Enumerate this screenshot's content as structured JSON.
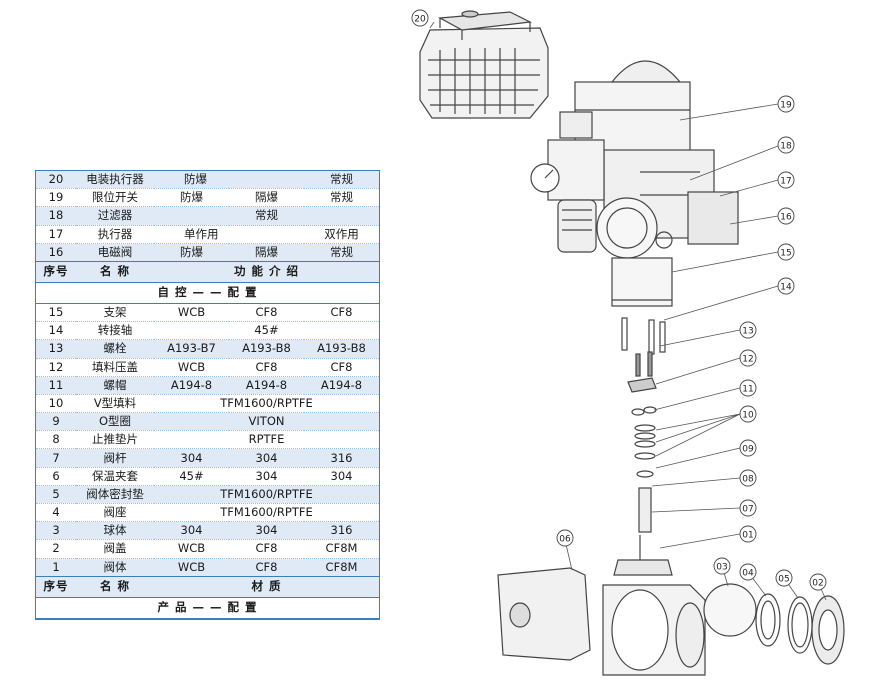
{
  "accessory_rows": [
    {
      "no": "20",
      "name": "电装执行器",
      "v1": "防爆",
      "v2": "",
      "v3": "常规",
      "layout": "pair",
      "alt": true
    },
    {
      "no": "19",
      "name": "限位开关",
      "v1": "防爆",
      "v2": "隔爆",
      "v3": "常规",
      "layout": "triple",
      "alt": false
    },
    {
      "no": "18",
      "name": "过滤器",
      "v1": "",
      "v2": "常规",
      "v3": "",
      "layout": "single",
      "alt": true
    },
    {
      "no": "17",
      "name": "执行器",
      "v1": "单作用",
      "v2": "",
      "v3": "双作用",
      "layout": "pair",
      "alt": false
    },
    {
      "no": "16",
      "name": "电磁阀",
      "v1": "防爆",
      "v2": "隔爆",
      "v3": "常规",
      "layout": "triple",
      "alt": true
    }
  ],
  "header_row_1": {
    "no": "序号",
    "name": "名 称",
    "desc": "功 能 介 绍"
  },
  "section_1": "自 控 — — 配 置",
  "part_rows": [
    {
      "no": "15",
      "name": "支架",
      "v1": "WCB",
      "v2": "CF8",
      "v3": "CF8",
      "layout": "triple",
      "alt": false
    },
    {
      "no": "14",
      "name": "转接轴",
      "v1": "",
      "v2": "45#",
      "v3": "",
      "layout": "single",
      "alt": false
    },
    {
      "no": "13",
      "name": "螺栓",
      "v1": "A193-B7",
      "v2": "A193-B8",
      "v3": "A193-B8",
      "layout": "triple",
      "alt": true
    },
    {
      "no": "12",
      "name": "填料压盖",
      "v1": "WCB",
      "v2": "CF8",
      "v3": "CF8",
      "layout": "triple",
      "alt": false
    },
    {
      "no": "11",
      "name": "螺帽",
      "v1": "A194-8",
      "v2": "A194-8",
      "v3": "A194-8",
      "layout": "triple",
      "alt": true
    },
    {
      "no": "10",
      "name": "V型填料",
      "v1": "",
      "v2": "TFM1600/RPTFE",
      "v3": "",
      "layout": "single",
      "alt": false
    },
    {
      "no": "9",
      "name": "O型圈",
      "v1": "",
      "v2": "VITON",
      "v3": "",
      "layout": "single",
      "alt": true
    },
    {
      "no": "8",
      "name": "止推垫片",
      "v1": "",
      "v2": "RPTFE",
      "v3": "",
      "layout": "single",
      "alt": false
    },
    {
      "no": "7",
      "name": "阀杆",
      "v1": "304",
      "v2": "304",
      "v3": "316",
      "layout": "triple",
      "alt": true
    },
    {
      "no": "6",
      "name": "保温夹套",
      "v1": "45#",
      "v2": "304",
      "v3": "304",
      "layout": "triple",
      "alt": false
    },
    {
      "no": "5",
      "name": "阀体密封垫",
      "v1": "",
      "v2": "TFM1600/RPTFE",
      "v3": "",
      "layout": "single",
      "alt": true
    },
    {
      "no": "4",
      "name": "阀座",
      "v1": "",
      "v2": "TFM1600/RPTFE",
      "v3": "",
      "layout": "single",
      "alt": false
    },
    {
      "no": "3",
      "name": "球体",
      "v1": "304",
      "v2": "304",
      "v3": "316",
      "layout": "triple",
      "alt": true
    },
    {
      "no": "2",
      "name": "阀盖",
      "v1": "WCB",
      "v2": "CF8",
      "v3": "CF8M",
      "layout": "triple",
      "alt": false
    },
    {
      "no": "1",
      "name": "阀体",
      "v1": "WCB",
      "v2": "CF8",
      "v3": "CF8M",
      "layout": "triple",
      "alt": true
    }
  ],
  "header_row_2": {
    "no": "序号",
    "name": "名 称",
    "desc": "材 质"
  },
  "section_2": "产 品 — — 配 置",
  "callouts": [
    "20",
    "19",
    "18",
    "17",
    "16",
    "15",
    "14",
    "13",
    "12",
    "11",
    "10",
    "09",
    "08",
    "07",
    "06",
    "01",
    "03",
    "04",
    "05",
    "02"
  ],
  "colors": {
    "table_border": "#3a7ec0",
    "row_tint": "#dfeaf6",
    "line_art": "#444444"
  }
}
